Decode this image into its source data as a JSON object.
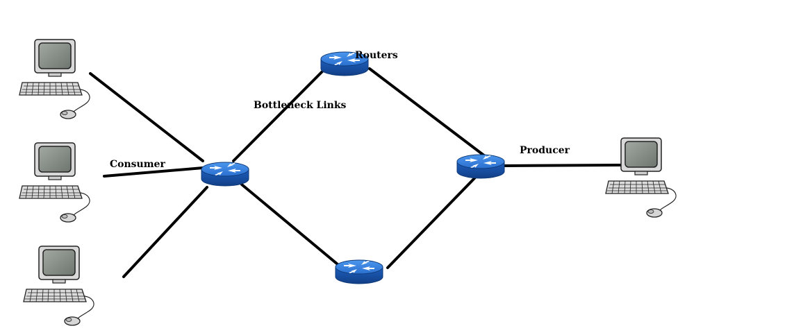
{
  "labels": {
    "routers": "Routers",
    "bottleneck_links": "Bottleneck Links",
    "consumer": "Consumer",
    "producer": "Producer"
  },
  "nodes": {
    "computers": [
      {
        "id": "consumer-pc-1",
        "role": "consumer"
      },
      {
        "id": "consumer-pc-2",
        "role": "consumer"
      },
      {
        "id": "consumer-pc-3",
        "role": "consumer"
      },
      {
        "id": "producer-pc",
        "role": "producer"
      }
    ],
    "routers": [
      {
        "id": "router-top"
      },
      {
        "id": "router-left"
      },
      {
        "id": "router-bottom"
      },
      {
        "id": "router-right"
      }
    ]
  },
  "links": [
    {
      "from": "consumer-pc-1",
      "to": "router-left"
    },
    {
      "from": "consumer-pc-2",
      "to": "router-left"
    },
    {
      "from": "consumer-pc-3",
      "to": "router-left"
    },
    {
      "from": "router-left",
      "to": "router-top"
    },
    {
      "from": "router-left",
      "to": "router-bottom"
    },
    {
      "from": "router-top",
      "to": "router-right"
    },
    {
      "from": "router-bottom",
      "to": "router-right"
    },
    {
      "from": "router-right",
      "to": "producer-pc"
    }
  ],
  "colors": {
    "router_body": "#1f63c4",
    "router_top": "#3a86e0",
    "link": "#000000",
    "computer_screen": "#8a918a",
    "computer_case": "#d4d4d4"
  }
}
